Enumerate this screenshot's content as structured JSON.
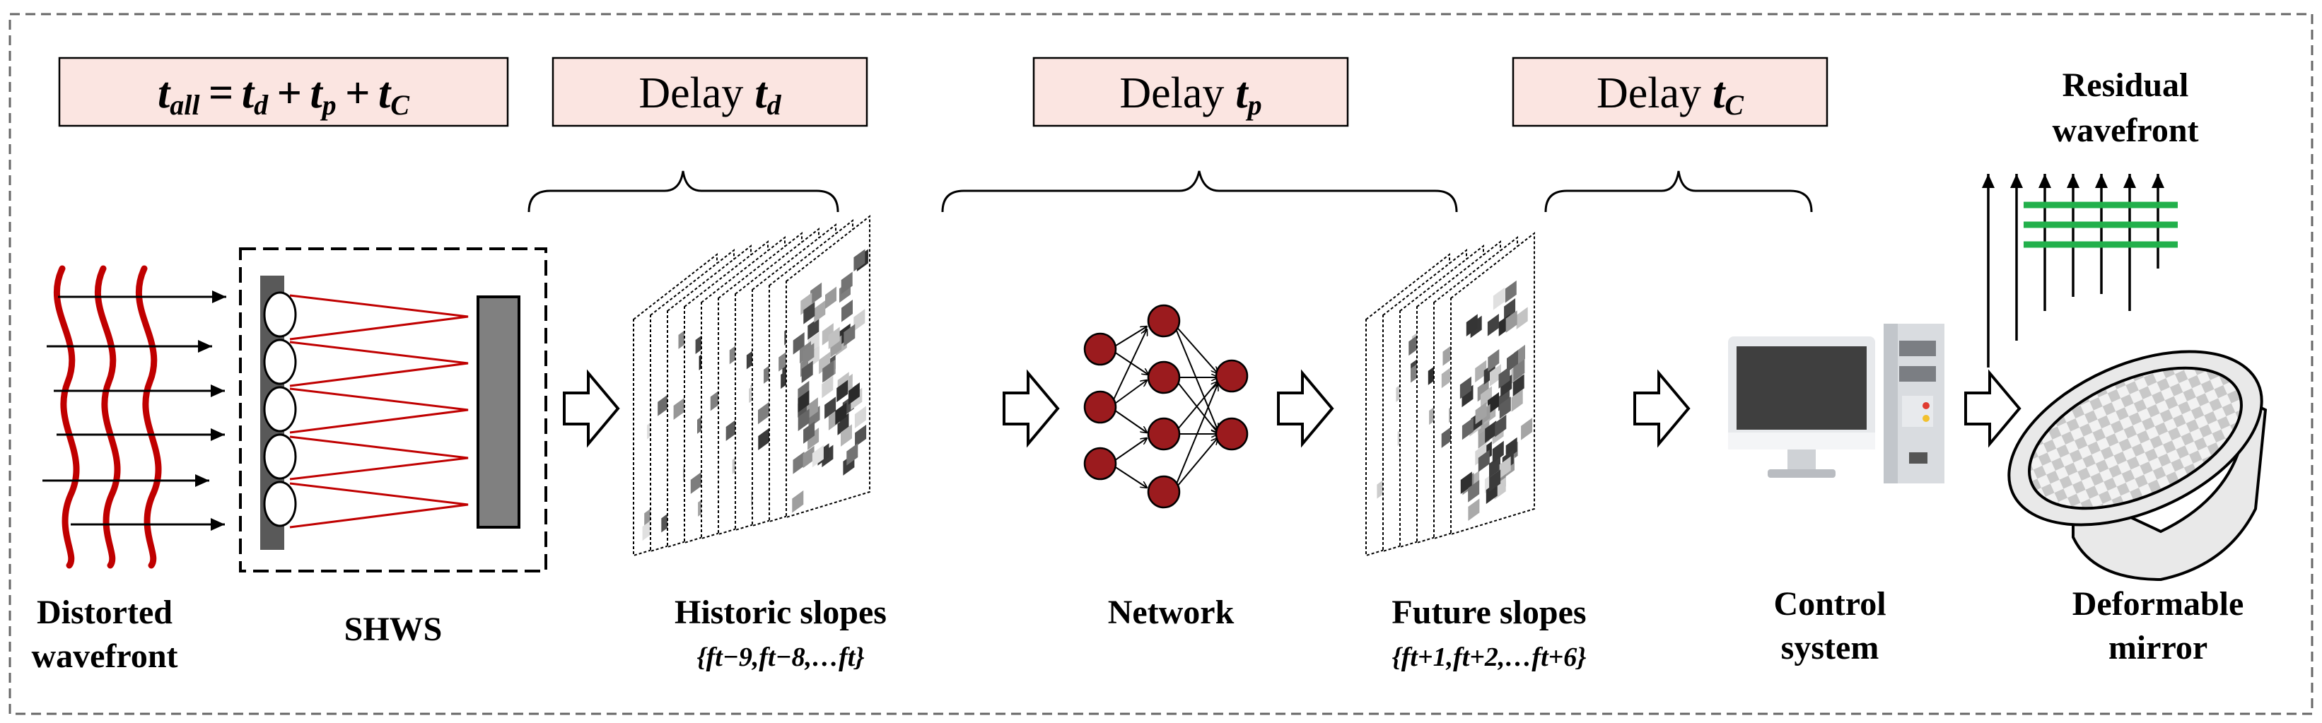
{
  "formula": {
    "lhs_base": "t",
    "lhs_sub": "all",
    "equals": "=",
    "t1_base": "t",
    "t1_sub": "d",
    "plus": "+",
    "t2_base": "t",
    "t2_sub": "p",
    "t3_base": "t",
    "t3_sub": "C"
  },
  "delays": [
    {
      "word": "Delay",
      "base": "t",
      "sub": "d"
    },
    {
      "word": "Delay",
      "base": "t",
      "sub": "p"
    },
    {
      "word": "Delay",
      "base": "t",
      "sub": "C"
    }
  ],
  "labels": {
    "distorted_1": "Distorted",
    "distorted_2": "wavefront",
    "shws": "SHWS",
    "historic": "Historic slopes",
    "historic_set": "{ft−9,ft−8,…ft}",
    "network": "Network",
    "future": "Future slopes",
    "future_set": "{ft+1,ft+2,…ft+6}",
    "control_1": "Control",
    "control_2": "system",
    "residual_1": "Residual",
    "residual_2": "wavefront",
    "mirror_1": "Deformable",
    "mirror_2": "mirror"
  },
  "colors": {
    "box_fill": "#fbe5e1",
    "accent_red": "#c00000",
    "node_red": "#9b1b1e",
    "wave_green": "#22b04b",
    "screen_gray": "#3f3f3f",
    "tower_gray": "#d9dce0"
  }
}
